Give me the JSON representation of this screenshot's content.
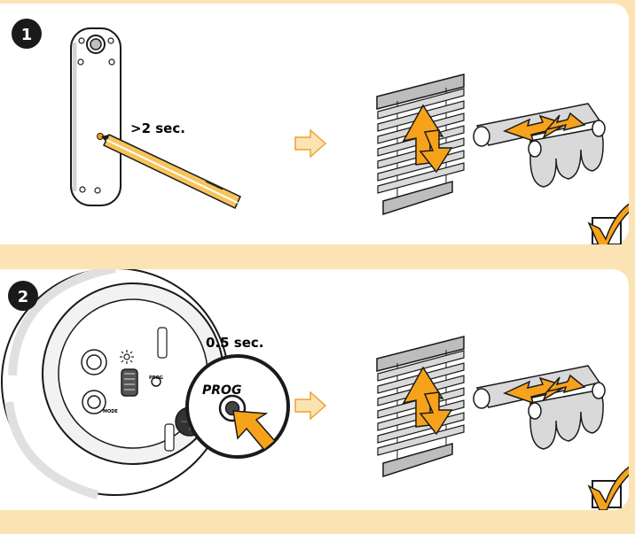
{
  "steps": [
    {
      "number": "1",
      "duration_label": ">2 sec.",
      "check_icon": "checkbox-check-icon"
    },
    {
      "number": "2",
      "duration_label": "0.5 sec.",
      "button_label": "PROG",
      "small_labels": [
        "PROG",
        "MODE"
      ],
      "check_icon": "checkbox-check-icon"
    }
  ],
  "colors": {
    "page_bg": "#fbe3b3",
    "panel_bg": "#ffffff",
    "accent_orange": "#f7a21b",
    "blind_gray": "#d9d9d9",
    "outline": "#1a1a1a"
  }
}
